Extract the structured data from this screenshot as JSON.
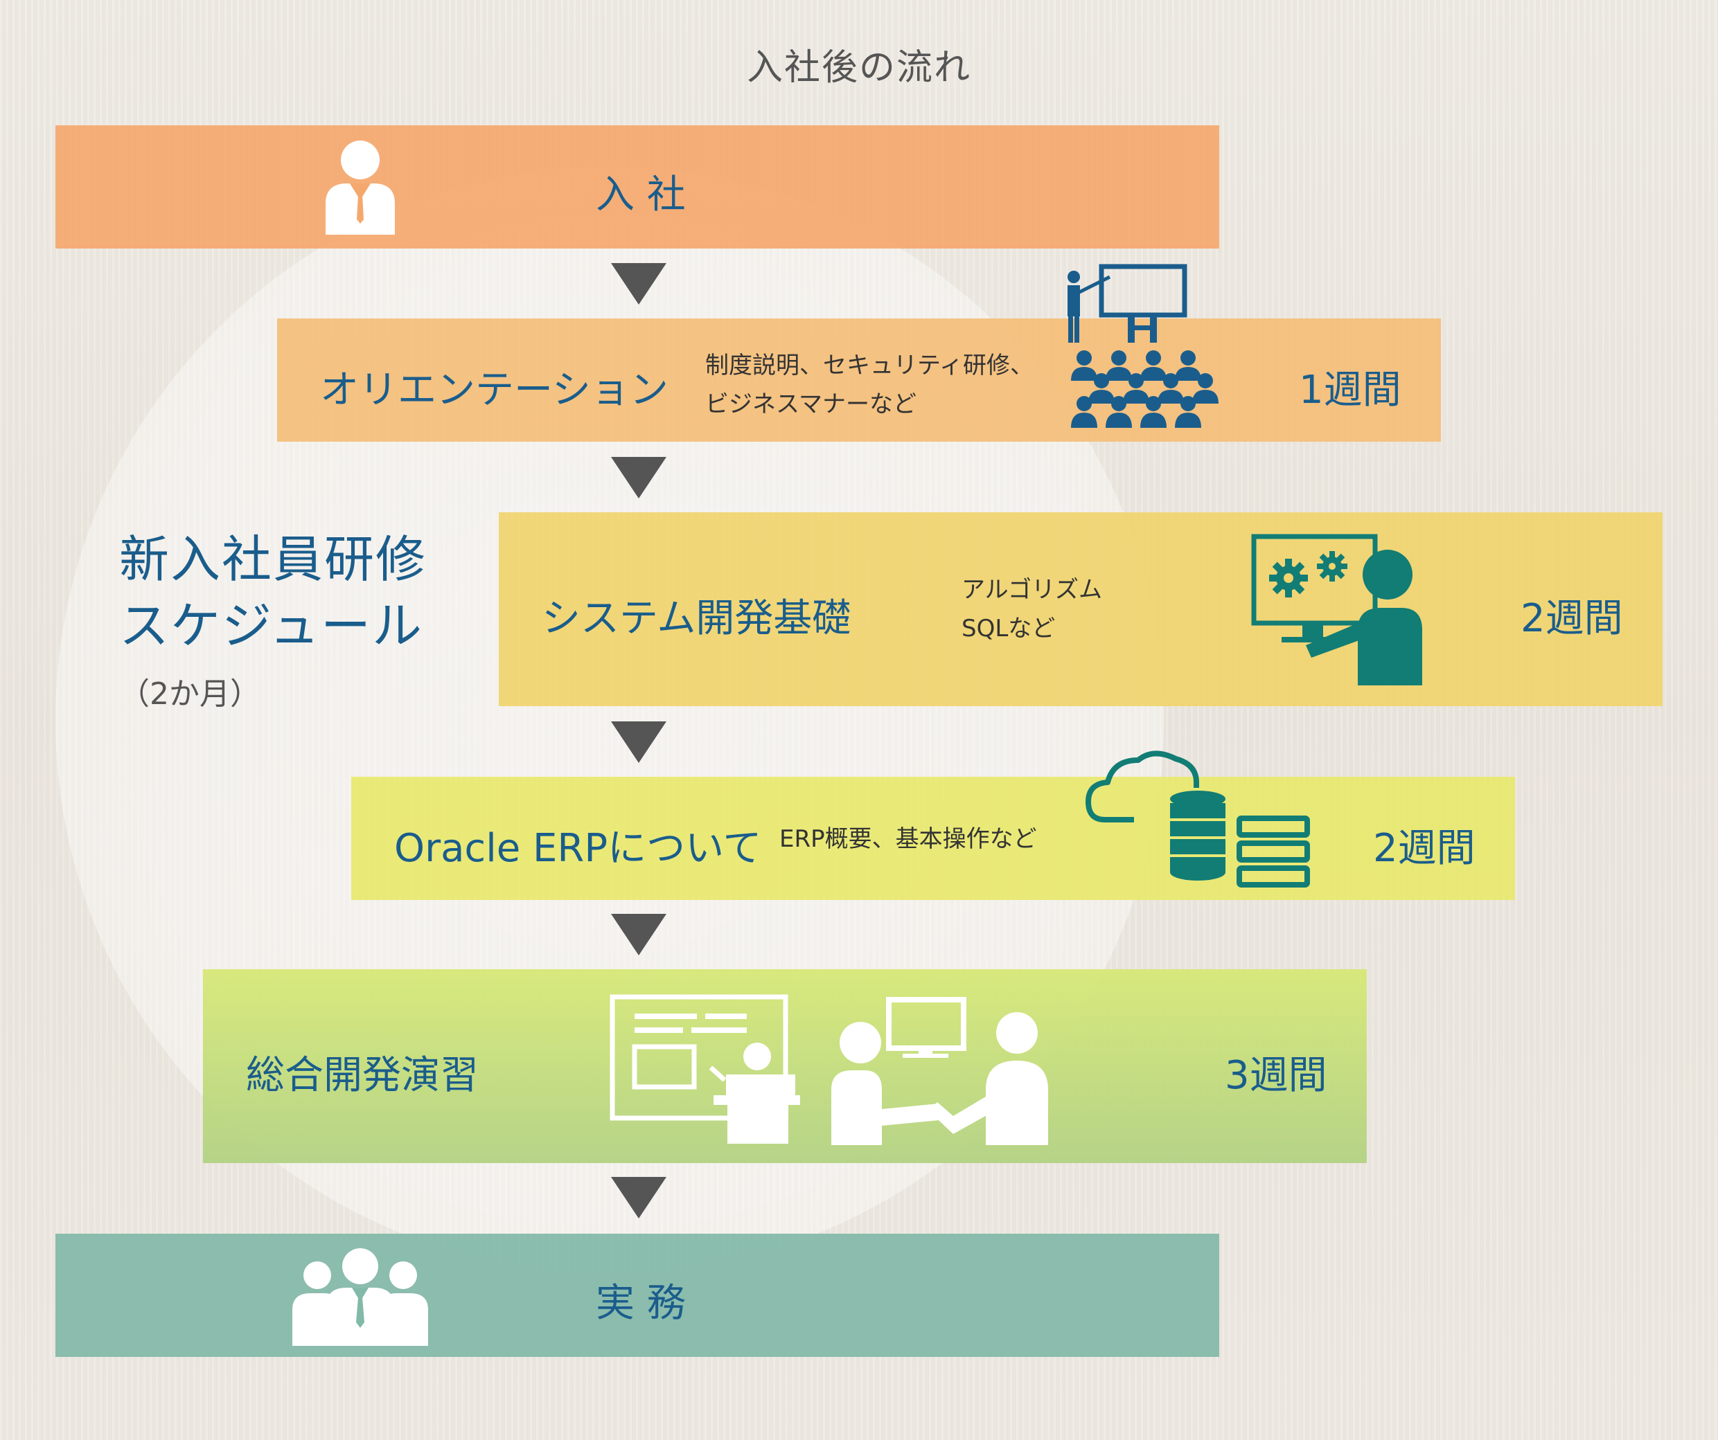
{
  "title": "入社後の流れ",
  "side_label": {
    "line1": "新入社員研修",
    "line2": "スケジュール",
    "line3": "（2か月）"
  },
  "steps": [
    {
      "label": "入 社",
      "icon": "businessman-icon"
    },
    {
      "label": "オリエンテーション",
      "desc1": "制度説明、セキュリティ研修、",
      "desc2": "ビジネスマナーなど",
      "duration": "1週間",
      "icon": "classroom-presentation-icon"
    },
    {
      "label": "システム開発基礎",
      "desc1": "アルゴリズム",
      "desc2": "SQLなど",
      "duration": "2週間",
      "icon": "computer-gears-user-icon"
    },
    {
      "label": "Oracle ERPについて",
      "desc1": "ERP概要、基本操作など",
      "duration": "2週間",
      "icon": "cloud-database-server-icon"
    },
    {
      "label": "総合開発演習",
      "duration": "3週間",
      "icon": "lecture-and-pair-work-icon"
    },
    {
      "label": "実 務",
      "icon": "business-team-icon"
    }
  ],
  "colors": {
    "text_blue": "#1a5d8c",
    "arrow": "#555555",
    "icon_navy": "#1a5d8c",
    "icon_teal": "#127d74",
    "icon_white": "#ffffff"
  }
}
